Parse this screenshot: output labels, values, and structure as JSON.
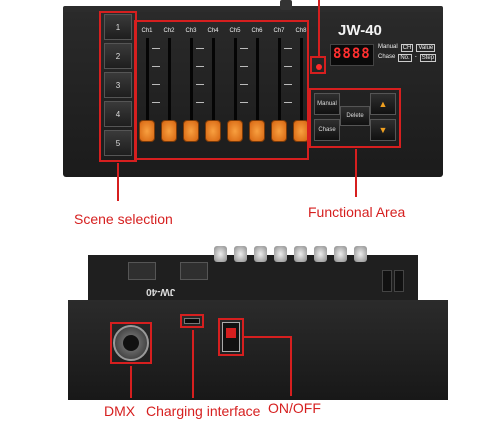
{
  "device": {
    "model": "JW-40",
    "display": "8888",
    "mode_table": {
      "row1": [
        "Manual",
        "CH",
        "Value"
      ],
      "row2": [
        "Chase",
        "No.",
        "-",
        "Step"
      ]
    },
    "channels": [
      "Ch1",
      "Ch2",
      "Ch3",
      "Ch4",
      "Ch5",
      "Ch6",
      "Ch7",
      "Ch8"
    ],
    "scenes": [
      "1",
      "2",
      "3",
      "4",
      "5"
    ],
    "func_buttons": {
      "manual": "Manual",
      "chase": "Chase",
      "delete": "Delete",
      "up": "▲",
      "down": "▼"
    },
    "rear_model": "JW-40"
  },
  "callouts": {
    "scene_selection": "Scene selection",
    "functional_area": "Functional Area",
    "dmx": "DMX",
    "charging": "Charging interface",
    "onoff": "ON/OFF"
  },
  "colors": {
    "annotation": "#d61f1f",
    "knob": "#e07418",
    "display": "#ff3030"
  }
}
